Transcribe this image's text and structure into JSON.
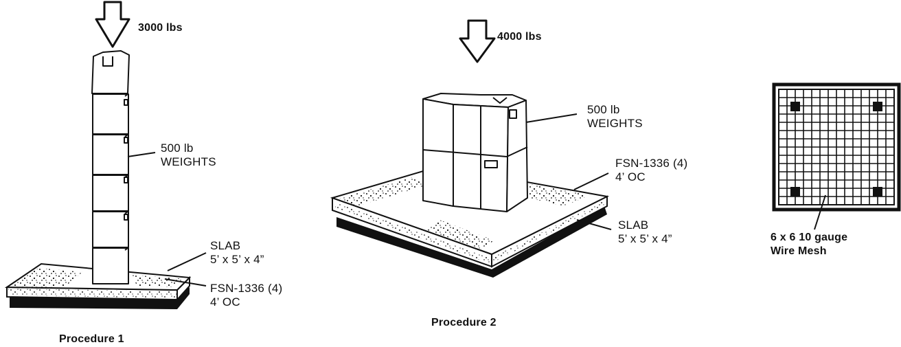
{
  "procedure1": {
    "load": "3000 lbs",
    "weights_line1": "500 lb",
    "weights_line2": "WEIGHTS",
    "slab_line1": "SLAB",
    "slab_line2": "5’ x 5’ x 4”",
    "fsn_line1": "FSN-1336 (4)",
    "fsn_line2": "4’ OC",
    "caption": "Procedure 1"
  },
  "procedure2": {
    "load": "4000 lbs",
    "weights_line1": "500 lb",
    "weights_line2": "WEIGHTS",
    "fsn_line1": "FSN-1336 (4)",
    "fsn_line2": "4’ OC",
    "slab_line1": "SLAB",
    "slab_line2": "5’ x 5’ x 4”",
    "caption": "Procedure 2"
  },
  "mesh": {
    "label_line1": "6 x 6 10 gauge",
    "label_line2": "Wire Mesh"
  },
  "colors": {
    "ink": "#111111",
    "paper": "#ffffff"
  }
}
